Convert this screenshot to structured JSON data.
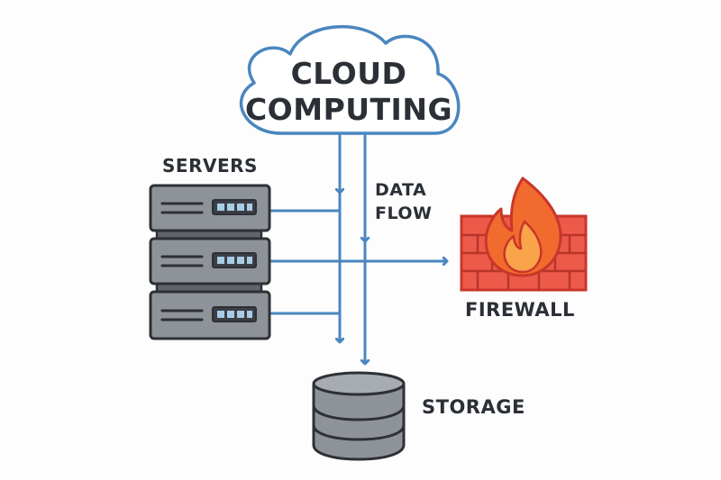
{
  "cloud": {
    "line1": "CLOUD",
    "line2": "COMPUTING"
  },
  "labels": {
    "servers": "SERVERS",
    "data_flow_1": "DATA",
    "data_flow_2": "FLOW",
    "firewall": "FIREWALL",
    "storage": "STORAGE"
  },
  "colors": {
    "line": "#4a86bf",
    "server_fill": "#8e939a",
    "server_stroke": "#2d3035",
    "server_led": "#a8cde4",
    "firewall_brick": "#ee5a4a",
    "flame_outer": "#f26b2e",
    "flame_inner": "#f9a34a",
    "storage_fill": "#8e939a",
    "text": "#2b2f36"
  },
  "icons": [
    "cloud-icon",
    "server-rack-icon",
    "firewall-icon",
    "flame-icon",
    "database-icon"
  ]
}
